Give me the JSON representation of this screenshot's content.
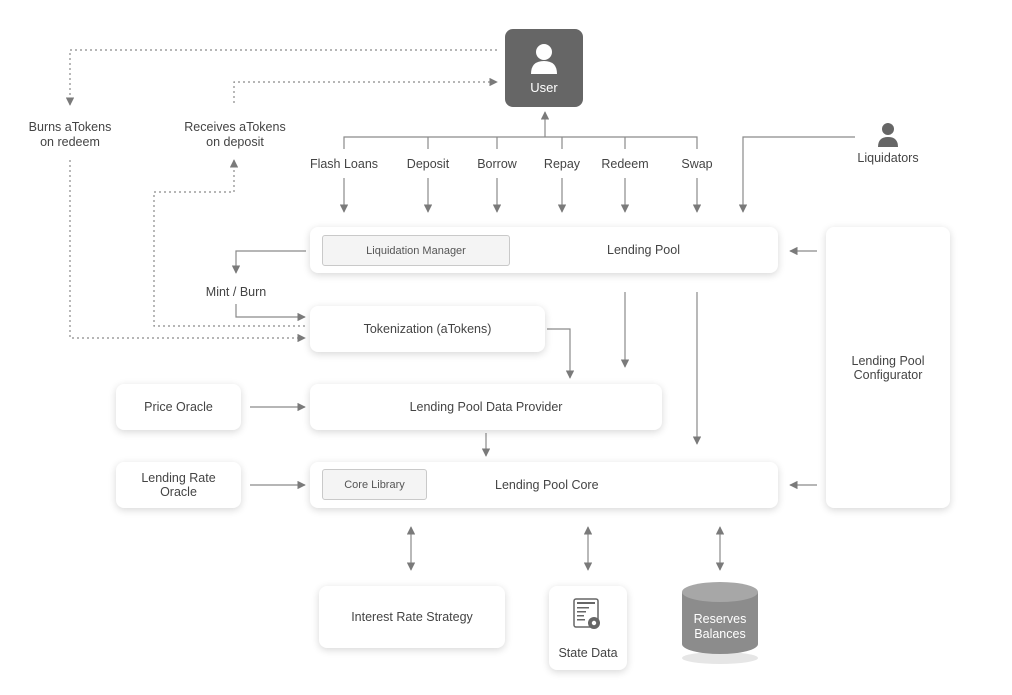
{
  "user": {
    "label": "User"
  },
  "liquidators": {
    "label": "Liquidators"
  },
  "annotations": {
    "burns": [
      "Burns aTokens",
      "on redeem"
    ],
    "receives": [
      "Receives aTokens",
      "on deposit"
    ],
    "mint_burn": "Mint / Burn"
  },
  "actions": [
    "Flash Loans",
    "Deposit",
    "Borrow",
    "Repay",
    "Redeem",
    "Swap"
  ],
  "boxes": {
    "lending_pool": "Lending Pool",
    "liquidation_manager": "Liquidation Manager",
    "tokenization": "Tokenization (aTokens)",
    "data_provider": "Lending Pool Data Provider",
    "price_oracle": "Price Oracle",
    "rate_oracle": [
      "Lending Rate",
      "Oracle"
    ],
    "core": "Lending Pool Core",
    "core_library": "Core Library",
    "configurator": [
      "Lending Pool",
      "Configurator"
    ],
    "interest_strategy": "Interest Rate Strategy",
    "state_data": "State Data",
    "reserves": [
      "Reserves",
      "Balances"
    ]
  },
  "colors": {
    "dark_node": "#666666",
    "line": "#8a8a8a",
    "cylinder": "#8c8c8c"
  },
  "icons": {
    "user": "person-icon",
    "liquidators": "person-icon",
    "state_data": "document-gear-icon",
    "reserves": "database-cylinder-icon"
  }
}
